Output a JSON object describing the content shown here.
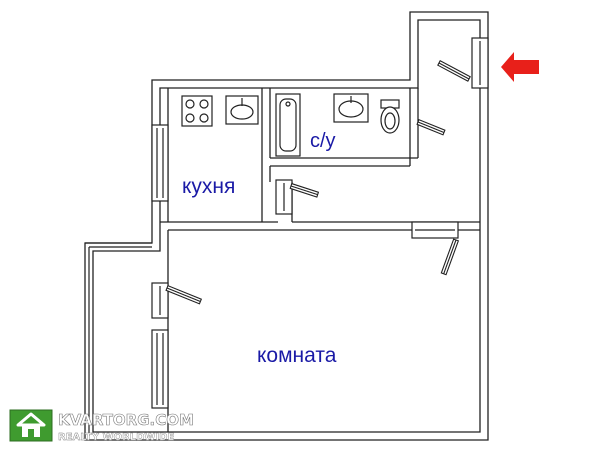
{
  "rooms": {
    "kitchen": "кухня",
    "bathroom": "с/у",
    "living_room": "комната"
  },
  "watermark": {
    "brand": "KVARTORG.COM",
    "tagline": "REALTY WORLDWIDE"
  },
  "icons": {
    "entrance_marker": "arrow-left-icon",
    "watermark_logo": "house-icon"
  },
  "colors": {
    "wall": "#222222",
    "label": "#1a1aa6",
    "entrance_arrow": "#e8201a",
    "watermark_green": "#3f9b2f"
  }
}
